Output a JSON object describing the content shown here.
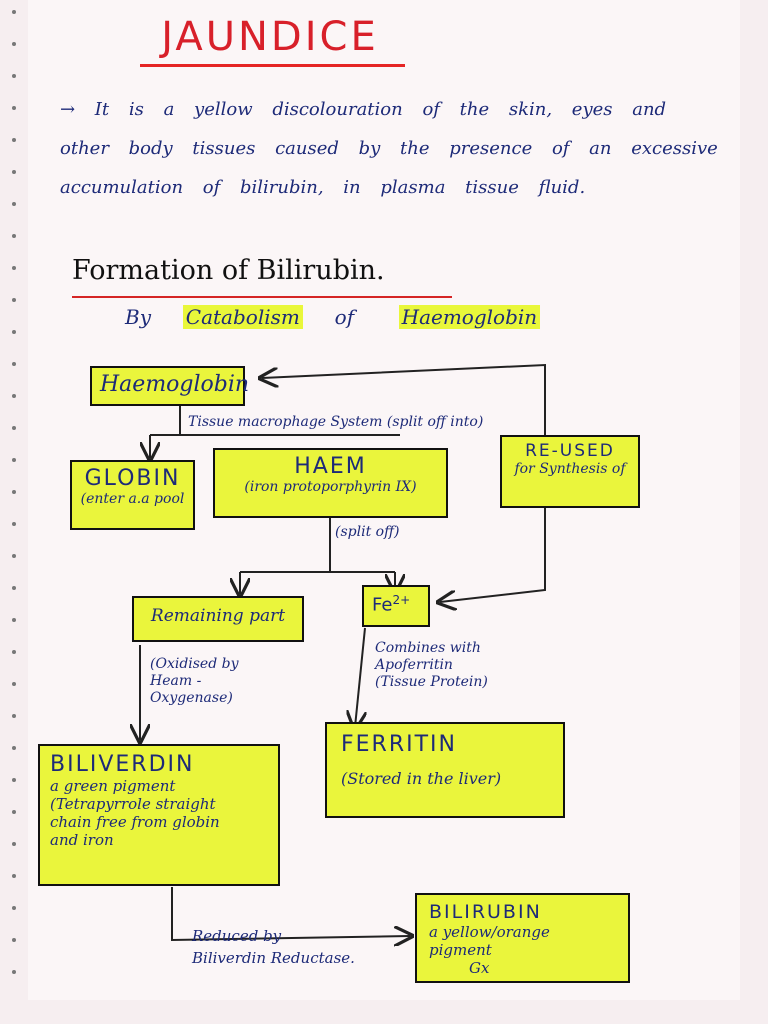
{
  "title": "JAUNDICE",
  "definition": "→ It is a yellow discolouration of the skin, eyes and other body tissues caused by the presence of an excessive accumulation of bilirubin, in plasma tissue fluid.",
  "section_heading": "Formation of Bilirubin.",
  "by_prefix": "By",
  "by_catabolism": "Catabolism",
  "by_of": "of",
  "by_haemoglobin": "Haemoglobin",
  "nodes": {
    "haemoglobin": "Haemoglobin",
    "globin_title": "GLOBIN",
    "globin_sub": "(enter a.a pool",
    "haem_title": "HAEM",
    "haem_sub": "(iron protoporphyrin IX)",
    "reused_title": "RE-USED",
    "reused_sub": "for Synthesis of",
    "remaining": "Remaining part",
    "fe": "Fe",
    "fe_sup": "2+",
    "biliverdin_title": "BILIVERDIN",
    "biliverdin_l1": "a green pigment",
    "biliverdin_l2": "(Tetrapyrrole straight",
    "biliverdin_l3": "chain free from globin",
    "biliverdin_l4": "and iron",
    "ferritin_title": "FERRITIN",
    "ferritin_sub": "(Stored in the liver)",
    "bilirubin_title": "BILIRUBIN",
    "bilirubin_l1": "a yellow/orange pigment",
    "bilirubin_l2": "Gx"
  },
  "edge_labels": {
    "tissue": "Tissue macrophage System (split off into)",
    "split_off": "(split off)",
    "oxidised_1": "(Oxidised by",
    "oxidised_2": "Heam -",
    "oxidised_3": "Oxygenase)",
    "combines_1": "Combines with",
    "combines_2": "Apoferritin",
    "combines_3": "(Tissue Protein)",
    "reduced_1": "Reduced by",
    "reduced_2": "Biliverdin Reductase."
  },
  "colors": {
    "ink": "#1d2a78",
    "title_red": "#d8202a",
    "highlight": "#eaf53c",
    "paper": "#fbf6f7"
  }
}
